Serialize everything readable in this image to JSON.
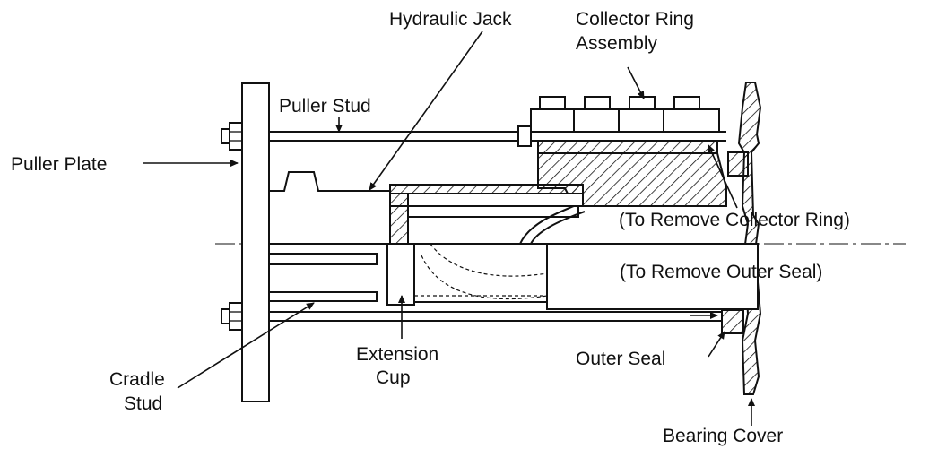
{
  "labels": {
    "hydraulic_jack": "Hydraulic Jack",
    "collector_ring_assembly_1": "Collector Ring",
    "collector_ring_assembly_2": "Assembly",
    "puller_stud": "Puller Stud",
    "puller_plate": "Puller Plate",
    "remove_collector_ring": "(To Remove Collector Ring)",
    "remove_outer_seal": "(To Remove Outer Seal)",
    "extension_cup_1": "Extension",
    "extension_cup_2": "Cup",
    "cradle_stud_1": "Cradle",
    "cradle_stud_2": "Stud",
    "outer_seal": "Outer Seal",
    "bearing_cover": "Bearing Cover"
  }
}
